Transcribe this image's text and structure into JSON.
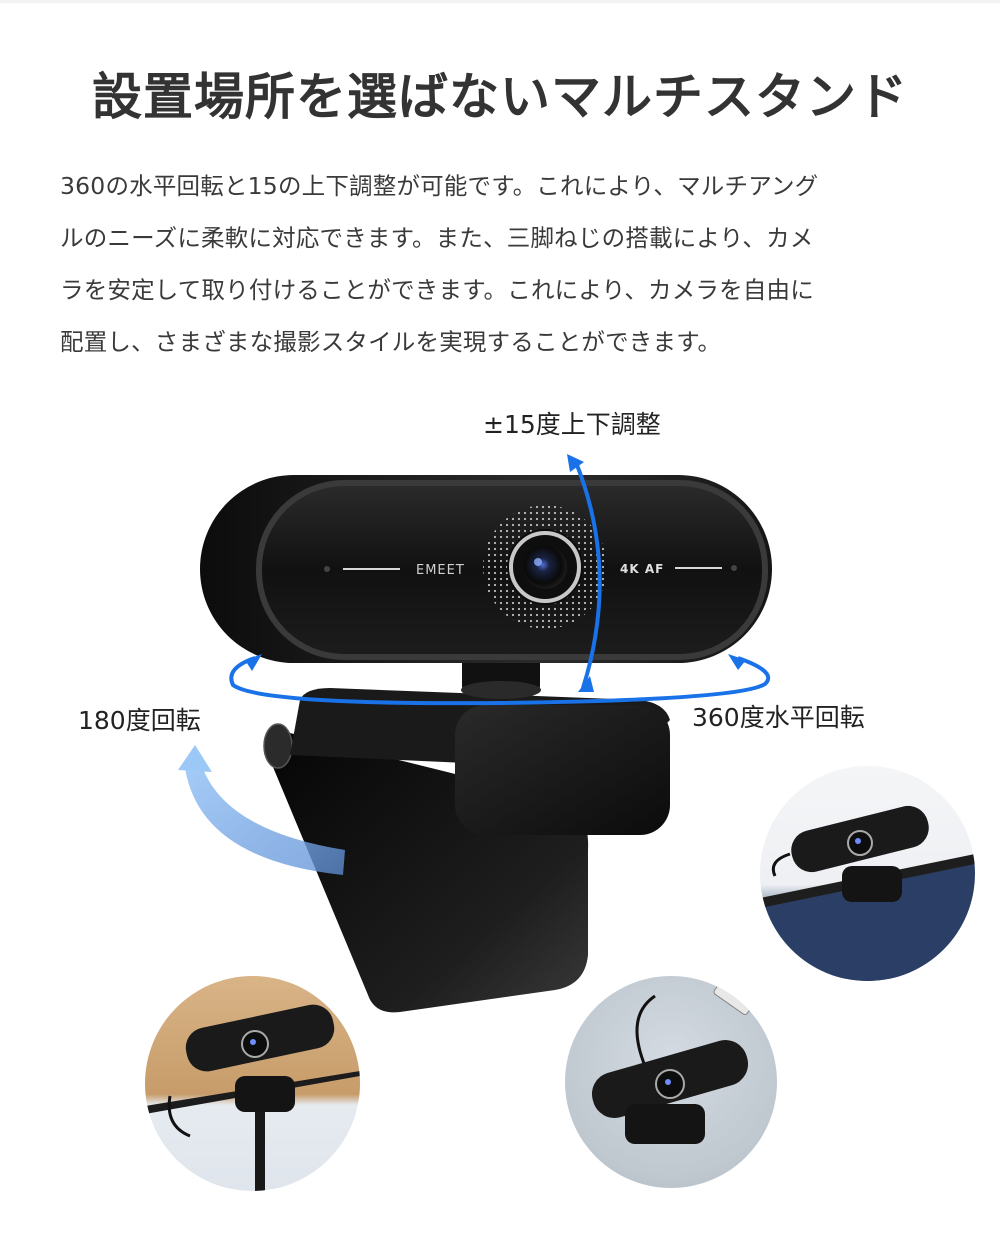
{
  "page": {
    "title": "設置場所を選ばないマルチスタンド",
    "description_lines": [
      "360の水平回転と15の上下調整が可能です。これにより、マルチアング",
      "ルのニーズに柔軟に対応できます。また、三脚ねじの搭載により、カメ",
      "ラを安定して取り付けることができます。これにより、カメラを自由に",
      "配置し、さまざまな撮影スタイルを実現することができます。"
    ]
  },
  "product": {
    "brand_mark": "EMEET",
    "spec_mark": "4K AF"
  },
  "annotations": {
    "tilt": "±15度上下調整",
    "pan": "360度水平回転",
    "fold": "180度回転"
  },
  "usage_scenes": [
    {
      "name": "monitor-mount",
      "description": "Webcam clipped on monitor"
    },
    {
      "name": "tripod-mount",
      "description": "Webcam on tripod at desk edge"
    },
    {
      "name": "desk-placement",
      "description": "Webcam placed flat on desk"
    }
  ],
  "colors": {
    "title": "#333333",
    "body_text": "#3a3a3a",
    "arrow_blue": "#1a72e8",
    "arrow_light_blue": "#7eb4f0",
    "camera_black": "#141414"
  }
}
